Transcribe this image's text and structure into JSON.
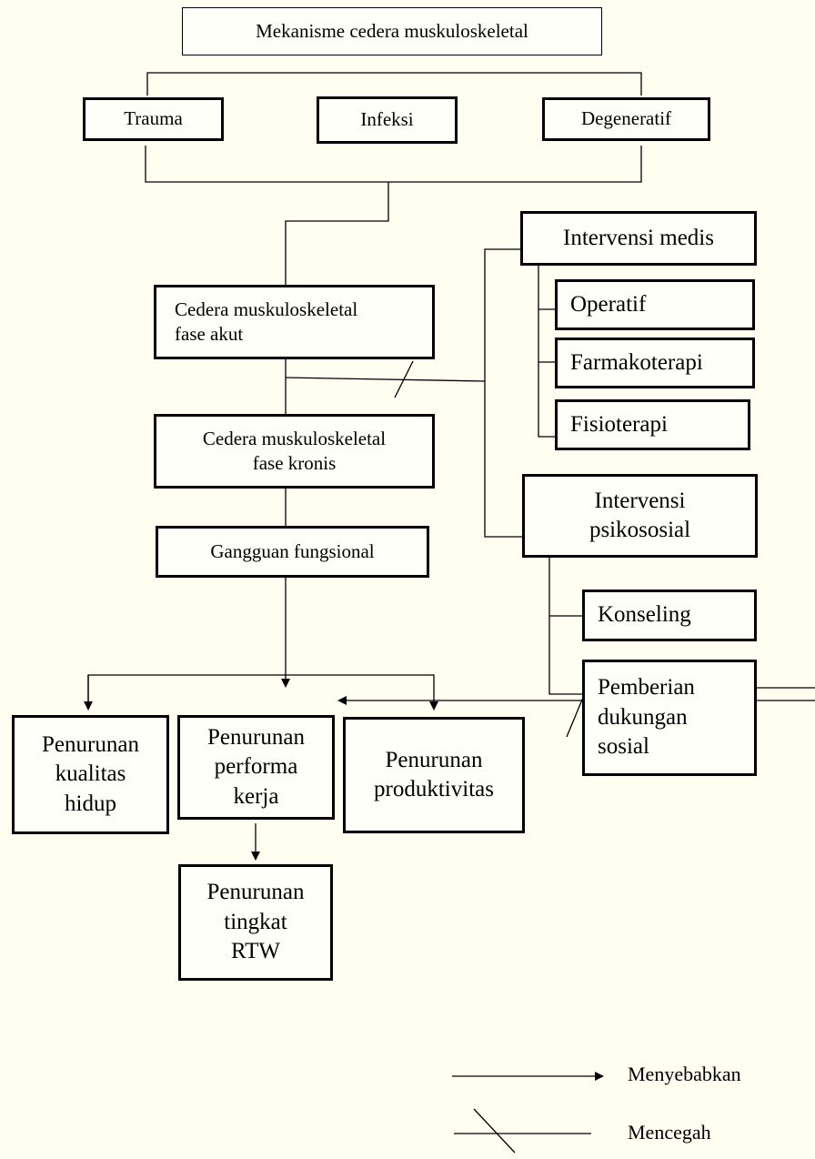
{
  "nodes": {
    "root": "Mekanisme cedera muskuloskeletal",
    "trauma": "Trauma",
    "infeksi": "Infeksi",
    "degeneratif": "Degeneratif",
    "akut_line1": "Cedera muskuloskeletal",
    "akut_line2": "fase akut",
    "kronis_line1": "Cedera muskuloskeletal",
    "kronis_line2": "fase kronis",
    "gangguan": "Gangguan fungsional",
    "intervensi_medis": "Intervensi medis",
    "operatif": "Operatif",
    "farmakoterapi": "Farmakoterapi",
    "fisioterapi": "Fisioterapi",
    "psiko_line1": "Intervensi",
    "psiko_line2": "psikososial",
    "konseling": "Konseling",
    "dukungan_line1": "Pemberian",
    "dukungan_line2": "dukungan",
    "dukungan_line3": "sosial",
    "kualitas_line1": "Penurunan",
    "kualitas_line2": "kualitas",
    "kualitas_line3": "hidup",
    "performa_line1": "Penurunan",
    "performa_line2": "performa",
    "performa_line3": "kerja",
    "produktivitas_line1": "Penurunan",
    "produktivitas_line2": "produktivitas",
    "rtw_line1": "Penurunan",
    "rtw_line2": "tingkat",
    "rtw_line3": "RTW"
  },
  "legend": {
    "causes": "Menyebabkan",
    "prevents": "Mencegah"
  }
}
